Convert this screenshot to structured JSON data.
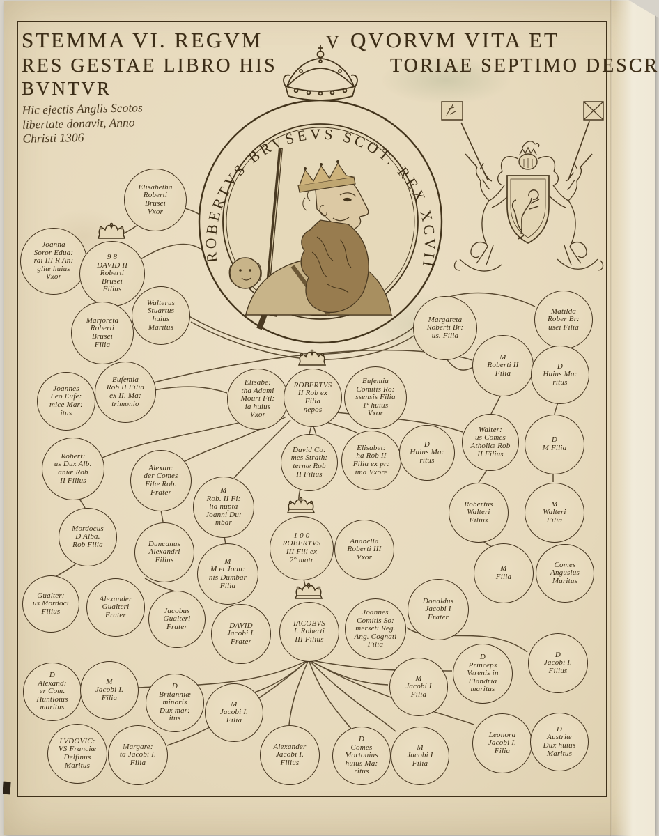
{
  "artwork": {
    "title": {
      "line1_left": "STEMMA VI. REGVM",
      "insert_mark": "V",
      "line1_right": "QVORVM VITA ET",
      "line2_left": "RES GESTAE LIBRO HIS",
      "line2_right": "TORIAE SEPTIMO DESCRI",
      "line3": "BVNTVR"
    },
    "annotation": "Hic ejectis Anglis Scotos\nlibertate donavit, Anno\nChristi 1306",
    "medallion_inscription": "ROBERTVS BRVSEVS SCOT. REX XCVII",
    "colors": {
      "ink": "#43341c",
      "paper": "#e8dcc2"
    }
  },
  "nodes": [
    {
      "id": "elisabetha-brusei-uxor",
      "text": "Elisabetha\nRoberti\nBrusei\nVxor"
    },
    {
      "id": "joanna-soror-eduardi",
      "text": "Joanna\nSoror Edua:\nrdi III R An:\ngliæ huius\nVxor"
    },
    {
      "id": "david-ii",
      "crowned": true,
      "text": "9 8\nDAVID II\nRoberti\nBrusei\nFilius"
    },
    {
      "id": "marjoreta-brusei-filia",
      "text": "Marjoreta\nRoberti\nBrusei\nFilia"
    },
    {
      "id": "walterus-stuartus",
      "text": "Walterus\nStuartus\nhuius\nMaritus"
    },
    {
      "id": "margareta-roberti-brus-filia",
      "text": "Margareta\nRoberti Br:\nus. Filia"
    },
    {
      "id": "matilda-brusei-filia",
      "text": "Matilda\nRober Br:\nusei Filia"
    },
    {
      "id": "m-roberti-ii-filia",
      "text": "M\nRoberti II\nFilia"
    },
    {
      "id": "d-huius-maritus-1",
      "text": "D\nHuius Ma:\nritus"
    },
    {
      "id": "joannes-leo",
      "text": "Joannes\nLeo Eufe:\nmice Mar:\nitus"
    },
    {
      "id": "eufemia-rob-ii-filia",
      "text": "Eufemia\nRob II Filia\nex II. Ma:\ntrimonio"
    },
    {
      "id": "elisabetha-adami-mouri",
      "text": "Elisabe:\ntha Adami\nMouri Fil:\nia huius\nVxor"
    },
    {
      "id": "robertus-ii",
      "crowned": true,
      "text": "ROBERTVS\nII Rob ex\nFilia\nnepos"
    },
    {
      "id": "eufemia-comitis-rossensis",
      "text": "Eufemia\nComitis Ro:\nssensis Filia\n1ª huius\nVxor"
    },
    {
      "id": "walterus-comes-atholiae",
      "text": "Walter:\nus Comes\nAtholiæ Rob\nII Filius"
    },
    {
      "id": "d-m-filia",
      "text": "D\nM Filia"
    },
    {
      "id": "robertus-dux-albaniae",
      "text": "Robert:\nus Dux Alb:\naniæ Rob\nII Filius"
    },
    {
      "id": "alexander-comes-fifae",
      "text": "Alexan:\nder Comes\nFifæ Rob.\nFrater"
    },
    {
      "id": "david-comes-strathernae",
      "text": "David Co:\nmes Strath:\nternæ Rob\nII Filius"
    },
    {
      "id": "elisabetha-rob-ii-filia",
      "text": "Elisabet:\nha Rob II\nFilia ex pr:\nima Vxore"
    },
    {
      "id": "d-huius-maritus-2",
      "text": "D\nHuius Ma:\nritus"
    },
    {
      "id": "m-rob-ii-filia-dumbar",
      "text": "M\nRob. II Fi:\nlia nupta\nJoanni Du:\nmbar"
    },
    {
      "id": "robertus-walteri-filius",
      "text": "Robertus\nWalteri\nFilius"
    },
    {
      "id": "m-walteri-filia",
      "text": "M\nWalteri\nFilia"
    },
    {
      "id": "mordocus-d-alba",
      "text": "Mordocus\nD Alba.\nRob Filia"
    },
    {
      "id": "duncanus-alexandri",
      "text": "Duncanus\nAlexandri\nFilius"
    },
    {
      "id": "robertus-iii",
      "crowned": true,
      "text": "1 0 0\nROBERTVS\nIII Fili ex\n2° matr"
    },
    {
      "id": "anabella-roberti-iii-uxor",
      "text": "Anabella\nRoberti III\nVxor"
    },
    {
      "id": "m-et-joannis-dumbar-filia",
      "text": "M\nM et Joan:\nnis Dumbar\nFilia"
    },
    {
      "id": "m-filia",
      "text": "M\nFilia"
    },
    {
      "id": "comes-angusius-maritus",
      "text": "Comes\nAngusius\nMaritus"
    },
    {
      "id": "gualterus-mordoci-filius",
      "text": "Gualter:\nus Mordoci\nFilius"
    },
    {
      "id": "alexander-gualteri-frater",
      "text": "Alexander\nGualteri\nFrater"
    },
    {
      "id": "jacobus-gualteri-frater",
      "text": "Jacobus\nGualteri\nFrater"
    },
    {
      "id": "donaldus-jacobi-frater",
      "text": "Donaldus\nJacobi I\nFrater"
    },
    {
      "id": "david-jacobi-frater",
      "text": "DAVID\nJacobi I.\nFrater"
    },
    {
      "id": "iacobus-i",
      "crowned": true,
      "text": "IACOBVS\nI. Roberti\nIII Filius"
    },
    {
      "id": "joannes-comitis-somerseti",
      "text": "Joannes\nComitis So:\nmerseti Reg.\nAng. Cognati\nFilia"
    },
    {
      "id": "alexander-com-huntloius",
      "text": "D\nAlexand:\ner Com.\nHuntloius\nmaritus"
    },
    {
      "id": "m-jacobi-i-filia-a",
      "text": "M\nJacobi I.\nFilia"
    },
    {
      "id": "britanniae-minoris-dux",
      "text": "D\nBritanniæ\nminoris\nDux mar:\nitus"
    },
    {
      "id": "m-jacobi-i-filia-b",
      "text": "M\nJacobi I.\nFilia"
    },
    {
      "id": "m-jacobi-i-filia-c",
      "text": "M\nJacobi I\nFilia"
    },
    {
      "id": "princeps-verenis",
      "text": "D\nPrinceps\nVerenis in\nFlandria\nmaritus"
    },
    {
      "id": "d-jacobi-i-filius",
      "text": "D\nJacobi I.\nFilius"
    },
    {
      "id": "ludovicus-delfinus",
      "text": "LVDOVIC:\nVS Franciæ\nDelfinus\nMaritus"
    },
    {
      "id": "margareta-jacobi-filia",
      "text": "Margare:\nta Jacobi I.\nFilia"
    },
    {
      "id": "alexander-jacobi-filius",
      "text": "Alexander\nJacobi I.\nFilius"
    },
    {
      "id": "comes-mortonius",
      "text": "D\nComes\nMortonius\nhuius Ma:\nritus"
    },
    {
      "id": "m-jacobi-i-filia-d",
      "text": "M\nJacobi I\nFilia"
    },
    {
      "id": "leonora-jacobi-filia",
      "text": "Leonora\nJacobi I.\nFilia"
    },
    {
      "id": "austriae-dux-maritus",
      "text": "D\nAustriæ\nDux huius\nMaritus"
    }
  ]
}
